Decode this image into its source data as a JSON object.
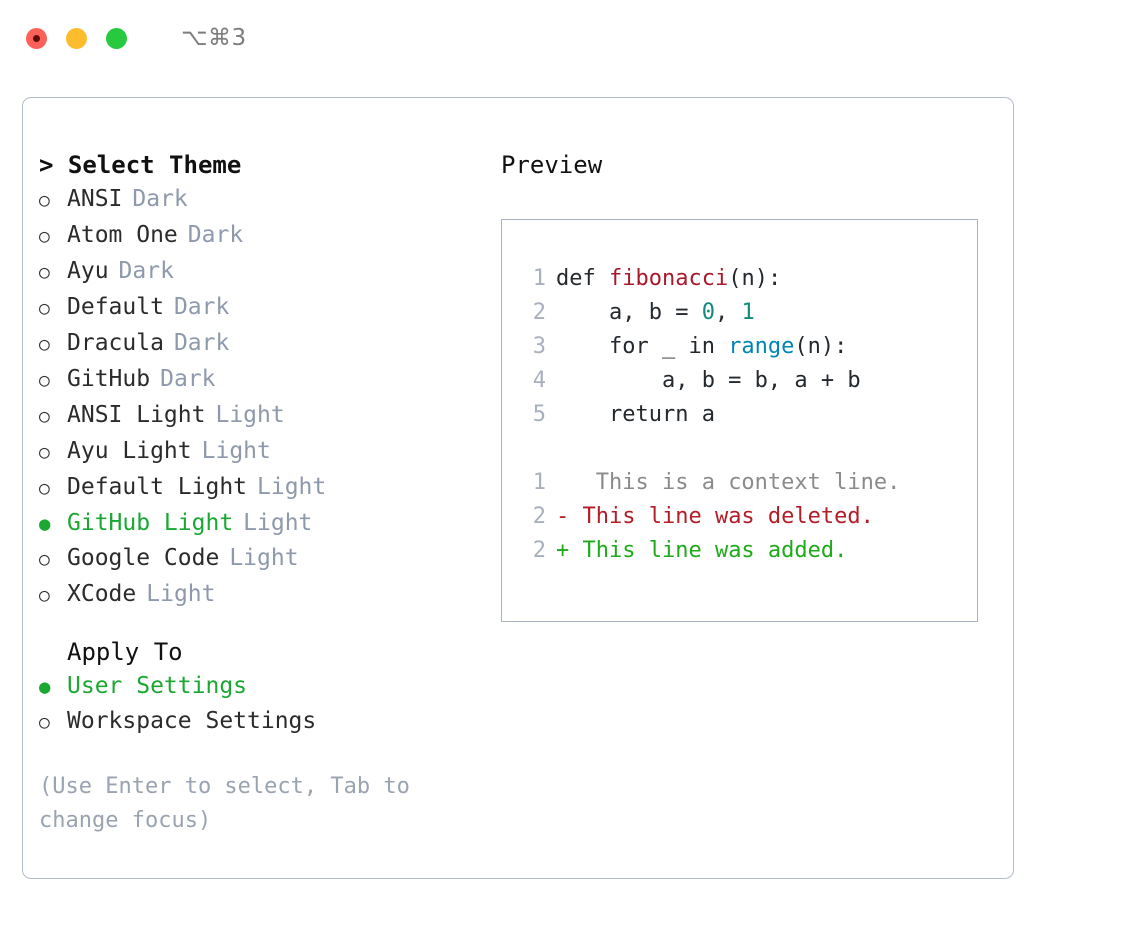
{
  "titlebar": {
    "lights": [
      {
        "name": "close",
        "color": "#fb6159"
      },
      {
        "name": "minimize",
        "color": "#fbbd2e"
      },
      {
        "name": "maximize",
        "color": "#27c93f"
      }
    ],
    "shortcut": "⌥⌘3"
  },
  "theme_picker": {
    "header": "> Select Theme",
    "items": [
      {
        "bullet": "○",
        "label": "ANSI",
        "tag": "Dark",
        "selected": false
      },
      {
        "bullet": "○",
        "label": "Atom One",
        "tag": "Dark",
        "selected": false
      },
      {
        "bullet": "○",
        "label": "Ayu",
        "tag": "Dark",
        "selected": false
      },
      {
        "bullet": "○",
        "label": "Default",
        "tag": "Dark",
        "selected": false
      },
      {
        "bullet": "○",
        "label": "Dracula",
        "tag": "Dark",
        "selected": false
      },
      {
        "bullet": "○",
        "label": "GitHub",
        "tag": "Dark",
        "selected": false
      },
      {
        "bullet": "○",
        "label": "ANSI Light",
        "tag": "Light",
        "selected": false
      },
      {
        "bullet": "○",
        "label": "Ayu Light",
        "tag": "Light",
        "selected": false
      },
      {
        "bullet": "○",
        "label": "Default Light",
        "tag": "Light",
        "selected": false
      },
      {
        "bullet": "●",
        "label": "GitHub Light",
        "tag": "Light",
        "selected": true
      },
      {
        "bullet": "○",
        "label": "Google Code",
        "tag": "Light",
        "selected": false
      },
      {
        "bullet": "○",
        "label": "XCode",
        "tag": "Light",
        "selected": false
      }
    ]
  },
  "apply_to": {
    "header": "Apply To",
    "items": [
      {
        "bullet": "●",
        "label": "User Settings",
        "selected": true
      },
      {
        "bullet": "○",
        "label": "Workspace Settings",
        "selected": false
      }
    ]
  },
  "hint": "(Use Enter to select, Tab to change focus)",
  "preview": {
    "title": "Preview",
    "code_lines": [
      {
        "num": "1",
        "segments": [
          {
            "text": "def ",
            "type": "plain"
          },
          {
            "text": "fibonacci",
            "type": "function"
          },
          {
            "text": "(n):",
            "type": "plain"
          }
        ]
      },
      {
        "num": "2",
        "segments": [
          {
            "text": "    a, b = ",
            "type": "plain"
          },
          {
            "text": "0",
            "type": "number"
          },
          {
            "text": ", ",
            "type": "plain"
          },
          {
            "text": "1",
            "type": "number"
          }
        ]
      },
      {
        "num": "3",
        "segments": [
          {
            "text": "    for _ in ",
            "type": "plain"
          },
          {
            "text": "range",
            "type": "builtin"
          },
          {
            "text": "(n):",
            "type": "plain"
          }
        ]
      },
      {
        "num": "4",
        "segments": [
          {
            "text": "        a, b = b, a + b",
            "type": "plain"
          }
        ]
      },
      {
        "num": "5",
        "segments": [
          {
            "text": "    return a",
            "type": "plain"
          }
        ]
      }
    ],
    "diff_lines": [
      {
        "num": "1",
        "marker": " ",
        "text": "  This is a context line.",
        "type": "context"
      },
      {
        "num": "2",
        "marker": "-",
        "text": " This line was deleted.",
        "type": "deleted"
      },
      {
        "num": "2",
        "marker": "+",
        "text": " This line was added.",
        "type": "added"
      }
    ]
  },
  "colors": {
    "accent_green": "#1aa832",
    "tag_grey": "#8e99ab",
    "hint_grey": "#9aa3b2",
    "border": "#b3bcca",
    "preview_border": "#a9b3c2",
    "fn_red": "#a8192c",
    "num_teal": "#108a7e",
    "builtin_blue": "#0086b3",
    "diff_del": "#b31d28",
    "diff_add": "#1faa1b",
    "diff_ctx": "#8b8b8b"
  }
}
